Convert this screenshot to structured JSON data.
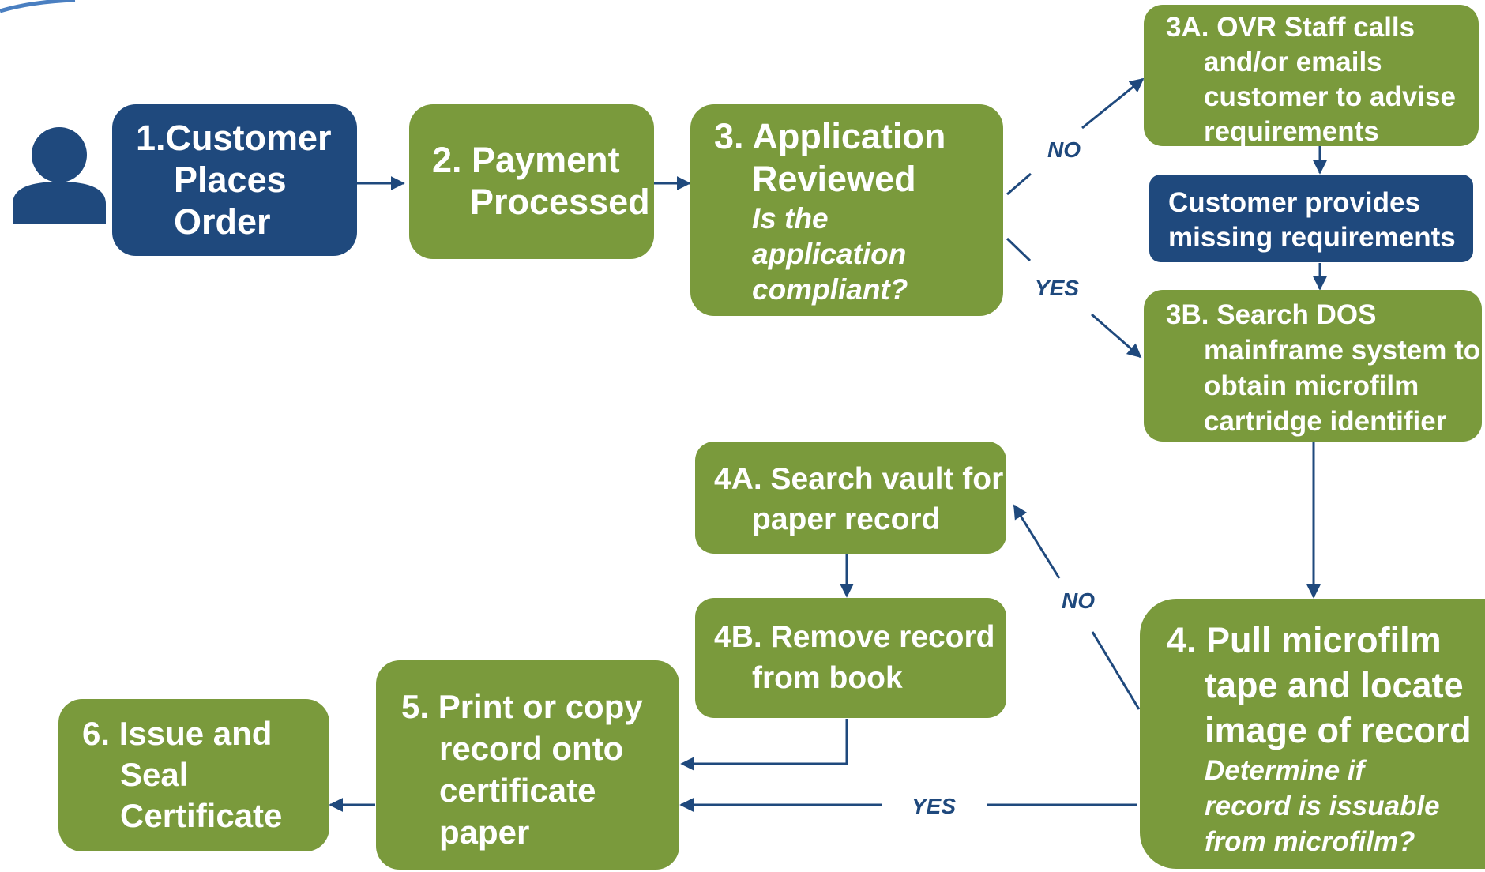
{
  "colors": {
    "green": "#7a9a3c",
    "navy": "#1f497d",
    "arrow": "#1f497d"
  },
  "customer_icon": "person-icon",
  "steps": {
    "s1": {
      "l1": "1.Customer",
      "l2": "Places",
      "l3": "Order"
    },
    "s2": {
      "l1": "2. Payment",
      "l2": "Processed"
    },
    "s3": {
      "l1": "3. Application",
      "l2": "Reviewed",
      "q1": "Is the",
      "q2": "application",
      "q3": "compliant?"
    },
    "s3a": {
      "l1": "3A. OVR Staff calls",
      "l2": "and/or emails",
      "l3": "customer to advise",
      "l4": "requirements"
    },
    "cp": {
      "l1": "Customer provides",
      "l2": "missing requirements"
    },
    "s3b": {
      "l1": "3B. Search DOS",
      "l2": "mainframe system to",
      "l3": "obtain microfilm",
      "l4": "cartridge identifier"
    },
    "s4a": {
      "l1": "4A. Search vault for",
      "l2": "paper record"
    },
    "s4b": {
      "l1": "4B. Remove record",
      "l2": "from book"
    },
    "s4": {
      "l1": "4. Pull microfilm",
      "l2": "tape and locate",
      "l3": "image of record",
      "q1": "Determine if",
      "q2": "record is issuable",
      "q3": "from microfilm?"
    },
    "s5": {
      "l1": "5. Print or copy",
      "l2": "record onto",
      "l3": "certificate",
      "l4": "paper"
    },
    "s6": {
      "l1": "6. Issue and",
      "l2": "Seal",
      "l3": "Certificate"
    }
  },
  "labels": {
    "no_top": "NO",
    "yes_top": "YES",
    "no_mid": "NO",
    "yes_bottom": "YES"
  }
}
